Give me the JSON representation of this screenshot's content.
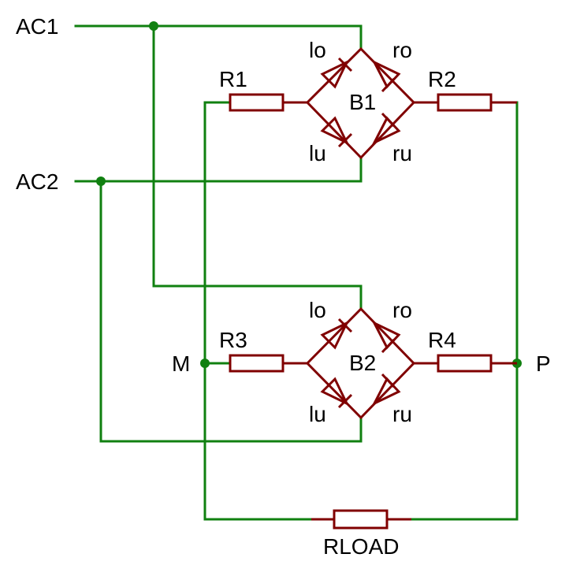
{
  "nets": {
    "ac1": "AC1",
    "ac2": "AC2",
    "m": "M",
    "p": "P"
  },
  "resistors": {
    "r1": "R1",
    "r2": "R2",
    "r3": "R3",
    "r4": "R4",
    "rload": "RLOAD"
  },
  "bridges": [
    {
      "name": "B1",
      "lo": "lo",
      "ro": "ro",
      "lu": "lu",
      "ru": "ru"
    },
    {
      "name": "B2",
      "lo": "lo",
      "ro": "ro",
      "lu": "lu",
      "ru": "ru"
    }
  ],
  "colors": {
    "wire": "#108010",
    "component": "#800000",
    "text": "#000000",
    "background": "#ffffff"
  }
}
